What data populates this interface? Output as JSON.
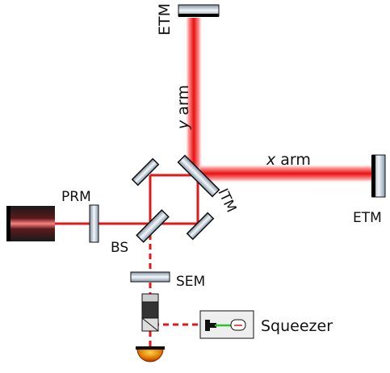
{
  "labels": {
    "etm_top": "ETM",
    "y_arm_var": "y",
    "y_arm_word": " arm",
    "x_arm_var": "x",
    "x_arm_word": " arm",
    "itm": "ITM",
    "etm_right": "ETM",
    "prm": "PRM",
    "bs": "BS",
    "sem": "SEM",
    "squeezer": "Squeezer"
  },
  "colors": {
    "beam": "#e01818",
    "beam_glow": "#ff6a6a",
    "mirror_edge": "#111111",
    "mirror_fill_light": "#f2f5f8",
    "mirror_fill_dark": "#7d8fa0",
    "detector": "#e0a000",
    "squeezer_box": "#eeeeee",
    "green": "#2fbf2f"
  }
}
